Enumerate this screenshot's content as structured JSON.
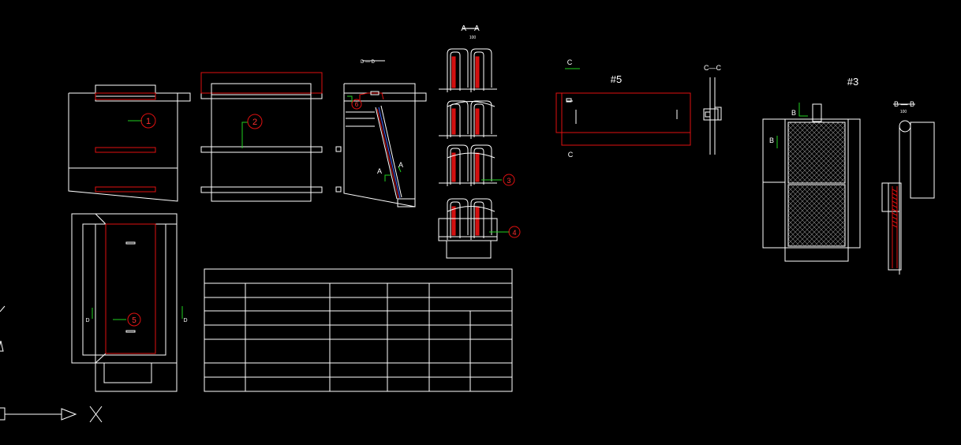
{
  "colors": {
    "background": "#000000",
    "geometry": "#ffffff",
    "highlight": "#e01010",
    "leader": "#20d020"
  },
  "labels": {
    "section_aa": "A—A",
    "section_aa_scale": "100",
    "section_cc": "C—C",
    "section_bb": "B — B",
    "section_bb_scale": "100",
    "section_dd": "D — D",
    "view_c": "C",
    "view_c_bottom": "C",
    "view_b": "B",
    "view_b2": "B",
    "view_a": "A",
    "view_a2": "A",
    "view_d_left": "D",
    "view_d_right": "D",
    "part_5": "#5",
    "part_3": "#3",
    "axis_x": "X"
  },
  "balloons": [
    "1",
    "2",
    "3",
    "4",
    "5",
    "6"
  ],
  "table": {
    "rows": 8,
    "columns": 6
  }
}
